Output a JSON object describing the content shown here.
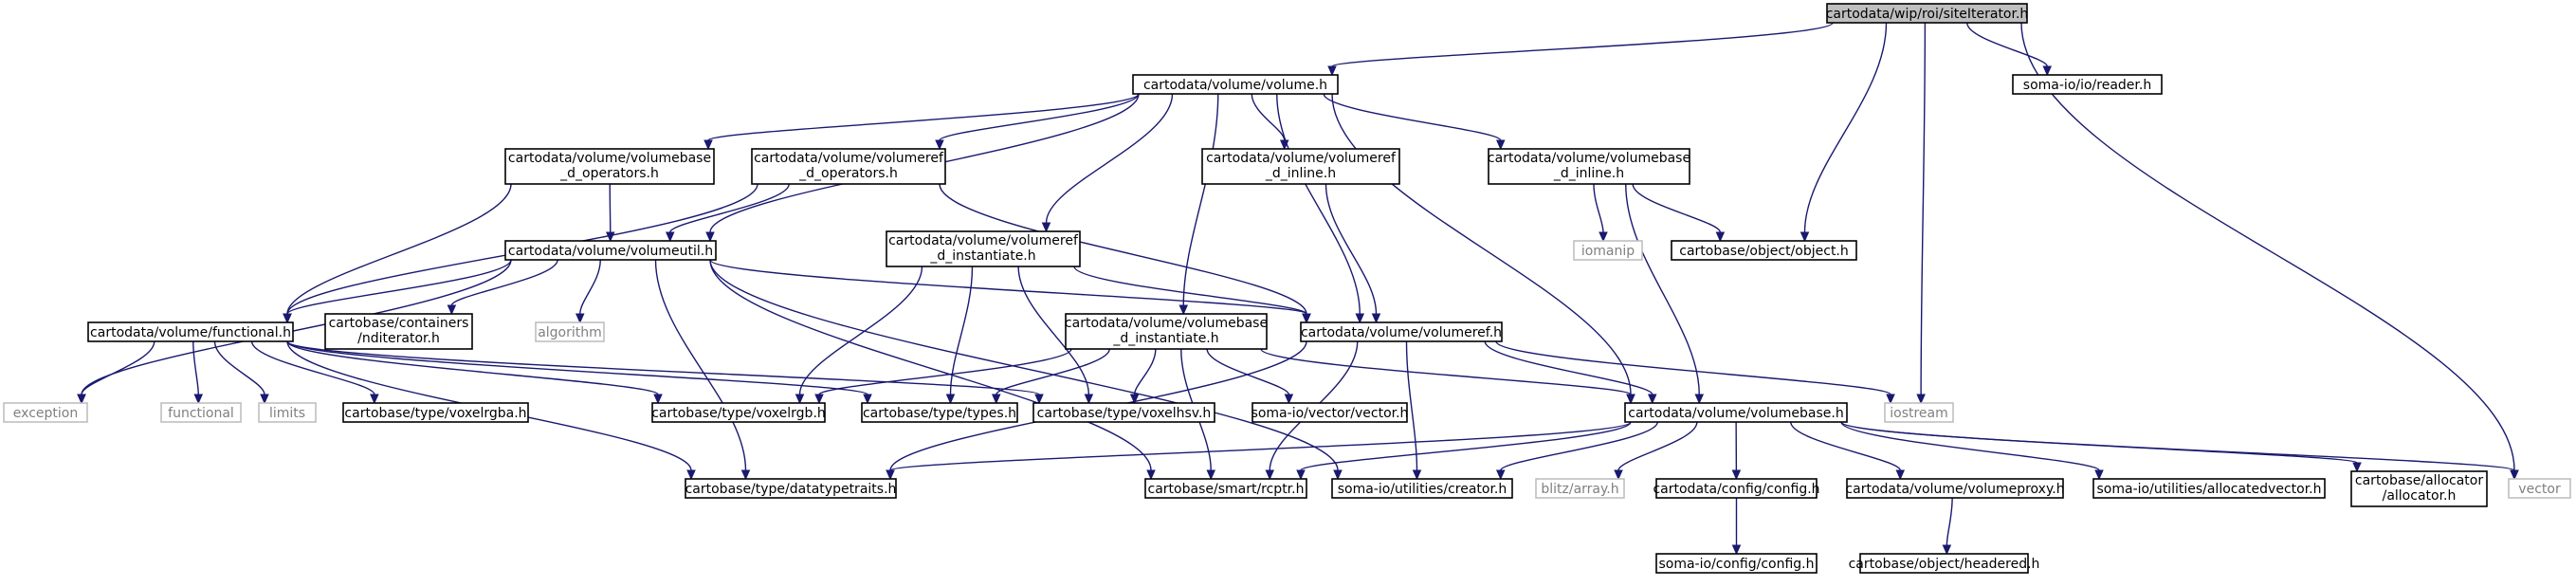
{
  "nodes": {
    "siteiterator": [
      "cartodata/wip/roi/siteIterator.h"
    ],
    "volume": [
      "cartodata/volume/volume.h"
    ],
    "reader": [
      "soma-io/io/reader.h"
    ],
    "vb_ops": [
      "cartodata/volume/volumebase",
      "_d_operators.h"
    ],
    "vr_ops": [
      "cartodata/volume/volumeref",
      "_d_operators.h"
    ],
    "vr_inline": [
      "cartodata/volume/volumeref",
      "_d_inline.h"
    ],
    "vb_inline": [
      "cartodata/volume/volumebase",
      "_d_inline.h"
    ],
    "volumeutil": [
      "cartodata/volume/volumeutil.h"
    ],
    "vr_inst": [
      "cartodata/volume/volumeref",
      "_d_instantiate.h"
    ],
    "iomanip": [
      "iomanip"
    ],
    "object": [
      "cartobase/object/object.h"
    ],
    "functional_h": [
      "cartodata/volume/functional.h"
    ],
    "nditerator": [
      "cartobase/containers",
      "/nditerator.h"
    ],
    "algorithm": [
      "algorithm"
    ],
    "vb_inst": [
      "cartodata/volume/volumebase",
      "_d_instantiate.h"
    ],
    "volumeref": [
      "cartodata/volume/volumeref.h"
    ],
    "exception": [
      "exception"
    ],
    "functional": [
      "functional"
    ],
    "limits": [
      "limits"
    ],
    "voxelrgba": [
      "cartobase/type/voxelrgba.h"
    ],
    "voxelrgb": [
      "cartobase/type/voxelrgb.h"
    ],
    "types": [
      "cartobase/type/types.h"
    ],
    "voxelhsv": [
      "cartobase/type/voxelhsv.h"
    ],
    "vector_h": [
      "soma-io/vector/vector.h"
    ],
    "iostream": [
      "iostream"
    ],
    "volumebase": [
      "cartodata/volume/volumebase.h"
    ],
    "datatypetraits": [
      "cartobase/type/datatypetraits.h"
    ],
    "rcptr": [
      "cartobase/smart/rcptr.h"
    ],
    "creator": [
      "soma-io/utilities/creator.h"
    ],
    "blitz": [
      "blitz/array.h"
    ],
    "config": [
      "cartodata/config/config.h"
    ],
    "volumeproxy": [
      "cartodata/volume/volumeproxy.h"
    ],
    "allocatedvector": [
      "soma-io/utilities/allocatedvector.h"
    ],
    "allocator": [
      "cartobase/allocator",
      "/allocator.h"
    ],
    "vector": [
      "vector"
    ],
    "somaconfig": [
      "soma-io/config/config.h"
    ],
    "headered": [
      "cartobase/object/headered.h"
    ]
  },
  "root_node": "siteiterator",
  "system_headers": [
    "iomanip",
    "algorithm",
    "exception",
    "functional",
    "limits",
    "iostream",
    "blitz",
    "vector"
  ],
  "colors": {
    "edge": "#191970",
    "root_fill": "#bfbfbf",
    "node_border": "#000000",
    "system_border": "#bfbfbf",
    "system_text": "#808080"
  },
  "edges": [
    [
      "siteiterator",
      "volume"
    ],
    [
      "siteiterator",
      "reader"
    ],
    [
      "siteiterator",
      "object"
    ],
    [
      "siteiterator",
      "iostream"
    ],
    [
      "siteiterator",
      "vector"
    ],
    [
      "volume",
      "vb_ops"
    ],
    [
      "volume",
      "vr_ops"
    ],
    [
      "volume",
      "vr_inline"
    ],
    [
      "volume",
      "vb_inline"
    ],
    [
      "volume",
      "volumeutil"
    ],
    [
      "volume",
      "vr_inst"
    ],
    [
      "volume",
      "vb_inst"
    ],
    [
      "volume",
      "volumeref"
    ],
    [
      "volume",
      "volumebase"
    ],
    [
      "vb_ops",
      "volumeutil"
    ],
    [
      "vb_ops",
      "functional_h"
    ],
    [
      "vr_ops",
      "volumeutil"
    ],
    [
      "vr_ops",
      "functional_h"
    ],
    [
      "vr_ops",
      "volumeref"
    ],
    [
      "vr_inline",
      "volumeref"
    ],
    [
      "vb_inline",
      "iomanip"
    ],
    [
      "vb_inline",
      "object"
    ],
    [
      "vb_inline",
      "volumebase"
    ],
    [
      "volumeutil",
      "functional_h"
    ],
    [
      "volumeutil",
      "nditerator"
    ],
    [
      "volumeutil",
      "algorithm"
    ],
    [
      "volumeutil",
      "exception"
    ],
    [
      "volumeutil",
      "volumeref"
    ],
    [
      "volumeutil",
      "datatypetraits"
    ],
    [
      "volumeutil",
      "rcptr"
    ],
    [
      "volumeutil",
      "creator"
    ],
    [
      "vr_inst",
      "volumeref"
    ],
    [
      "vr_inst",
      "voxelrgb"
    ],
    [
      "vr_inst",
      "types"
    ],
    [
      "vr_inst",
      "voxelhsv"
    ],
    [
      "functional_h",
      "exception"
    ],
    [
      "functional_h",
      "functional"
    ],
    [
      "functional_h",
      "limits"
    ],
    [
      "functional_h",
      "voxelrgba"
    ],
    [
      "functional_h",
      "voxelrgb"
    ],
    [
      "functional_h",
      "types"
    ],
    [
      "functional_h",
      "voxelhsv"
    ],
    [
      "functional_h",
      "datatypetraits"
    ],
    [
      "vb_inst",
      "voxelrgb"
    ],
    [
      "vb_inst",
      "types"
    ],
    [
      "vb_inst",
      "voxelhsv"
    ],
    [
      "vb_inst",
      "vector_h"
    ],
    [
      "vb_inst",
      "volumebase"
    ],
    [
      "vb_inst",
      "rcptr"
    ],
    [
      "volumeref",
      "iostream"
    ],
    [
      "volumeref",
      "volumebase"
    ],
    [
      "volumeref",
      "rcptr"
    ],
    [
      "volumeref",
      "creator"
    ],
    [
      "volumeref",
      "datatypetraits"
    ],
    [
      "volumebase",
      "datatypetraits"
    ],
    [
      "volumebase",
      "rcptr"
    ],
    [
      "volumebase",
      "creator"
    ],
    [
      "volumebase",
      "blitz"
    ],
    [
      "volumebase",
      "config"
    ],
    [
      "volumebase",
      "volumeproxy"
    ],
    [
      "volumebase",
      "allocatedvector"
    ],
    [
      "volumebase",
      "allocator"
    ],
    [
      "volumebase",
      "vector"
    ],
    [
      "config",
      "somaconfig"
    ],
    [
      "volumeproxy",
      "headered"
    ]
  ]
}
